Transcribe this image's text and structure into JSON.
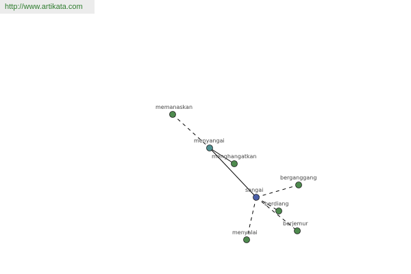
{
  "source_link": "http://www.artikata.com",
  "colors": {
    "background": "#ffffff",
    "edge": "#000000",
    "leaf_node": "#4e8a4e",
    "node_menyangai": "#4f9090",
    "node_sangai": "#4a5fa8",
    "link_text": "#2f7d2f"
  },
  "graph": {
    "nodes": [
      {
        "id": "memanaskan",
        "label": "memanaskan",
        "color_key": "leaf_node"
      },
      {
        "id": "menyangai",
        "label": "menyangai",
        "color_key": "node_menyangai"
      },
      {
        "id": "menghangatkan",
        "label": "menghangatkan",
        "color_key": "leaf_node"
      },
      {
        "id": "sangai",
        "label": "sangai",
        "color_key": "node_sangai"
      },
      {
        "id": "berganggang",
        "label": "berganggang",
        "color_key": "leaf_node"
      },
      {
        "id": "berdiang",
        "label": "berdiang",
        "color_key": "leaf_node"
      },
      {
        "id": "berjemur",
        "label": "berjemur",
        "color_key": "leaf_node"
      },
      {
        "id": "menyalai",
        "label": "menyalai",
        "color_key": "leaf_node"
      }
    ],
    "edges": [
      {
        "from": "memanaskan",
        "to": "menyangai",
        "style": "dashed"
      },
      {
        "from": "menyangai",
        "to": "sangai",
        "style": "solid"
      },
      {
        "from": "menyangai",
        "to": "menghangatkan",
        "style": "solid"
      },
      {
        "from": "sangai",
        "to": "berganggang",
        "style": "dashed"
      },
      {
        "from": "sangai",
        "to": "berdiang",
        "style": "dashed"
      },
      {
        "from": "sangai",
        "to": "berjemur",
        "style": "dashed"
      },
      {
        "from": "sangai",
        "to": "menyalai",
        "style": "dashed"
      }
    ]
  }
}
